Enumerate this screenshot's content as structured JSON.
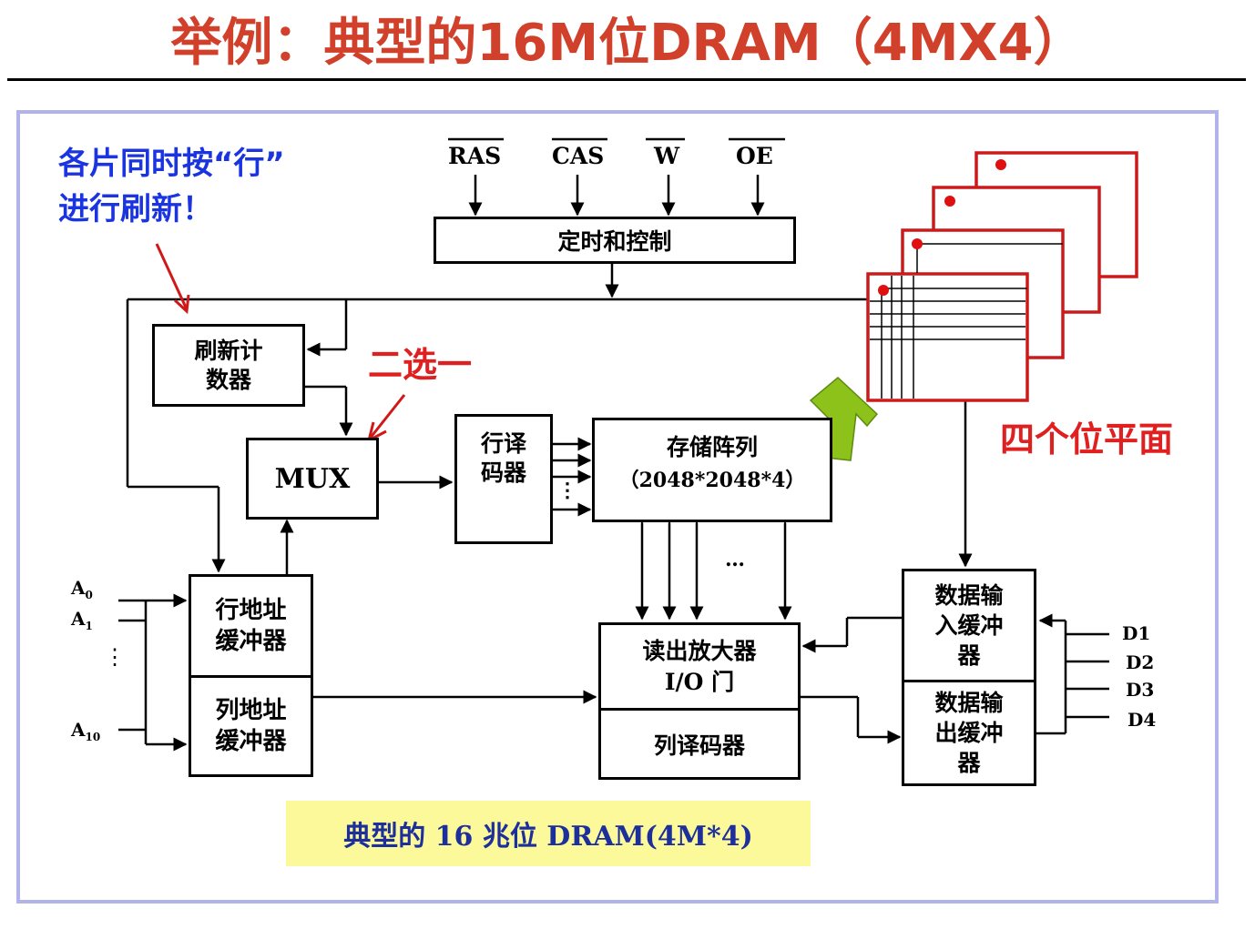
{
  "title": "举例：典型的16M位DRAM（4MX4）",
  "notes": {
    "refresh_line1": "各片同时按“行”",
    "refresh_line2": "进行刷新！",
    "mux_note": "二选一",
    "planes_note": "四个位平面"
  },
  "signals": {
    "ras": "RAS",
    "cas": "CAS",
    "w": "W",
    "oe": "OE"
  },
  "blocks": {
    "timing_control": "定时和控制",
    "refresh_counter_l1": "刷新计",
    "refresh_counter_l2": "数器",
    "mux": "MUX",
    "row_decoder_l1": "行译",
    "row_decoder_l2": "码器",
    "storage_array_l1": "存储阵列",
    "storage_array_l2": "（2048*2048*4）",
    "row_addr_buf_l1": "行地址",
    "row_addr_buf_l2": "缓冲器",
    "col_addr_buf_l1": "列地址",
    "col_addr_buf_l2": "缓冲器",
    "sense_amp_l1": "读出放大器",
    "sense_amp_l2": "I/O 门",
    "col_decoder": "列译码器",
    "data_in_l1": "数据输",
    "data_in_l2": "入缓冲",
    "data_in_l3": "器",
    "data_out_l1": "数据输",
    "data_out_l2": "出缓冲",
    "data_out_l3": "器"
  },
  "address_pins": {
    "a0": "A",
    "a0_sub": "0",
    "a1": "A",
    "a1_sub": "1",
    "a10": "A",
    "a10_sub": "10",
    "dots": "⋮"
  },
  "data_pins": [
    "D1",
    "D2",
    "D3",
    "D4"
  ],
  "misc": {
    "row_dots": "⋮",
    "col_dots": "…"
  },
  "caption": "典型的 16 兆位 DRAM(4M*4)",
  "colors": {
    "title": "#d0402a",
    "note_blue": "#1a35e0",
    "note_red": "#e02020",
    "frame": "#b3b3ec",
    "caption_bg": "#fbf99a",
    "caption_text": "#1d2f9a",
    "plane": "#cc1a1a",
    "arrow_green": "#8cc21a"
  }
}
